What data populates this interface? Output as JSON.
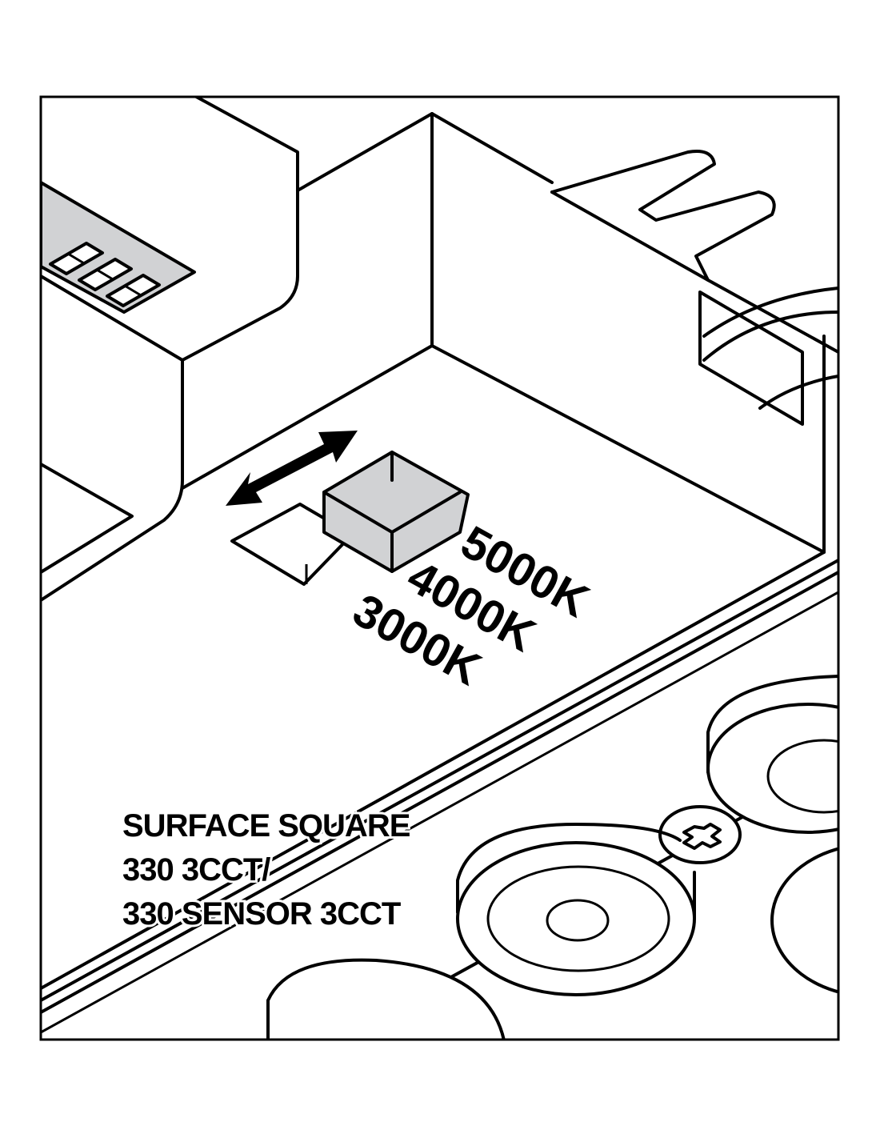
{
  "diagram": {
    "cct_options": [
      "5000K",
      "4000K",
      "3000K"
    ],
    "product_label": [
      "SURFACE SQUARE",
      "330 3CCT/",
      "330 SENSOR 3CCT"
    ],
    "switch_fill_color": "#d1d2d4",
    "icons": [
      "double-arrow-icon",
      "phillips-screw-icon"
    ]
  }
}
